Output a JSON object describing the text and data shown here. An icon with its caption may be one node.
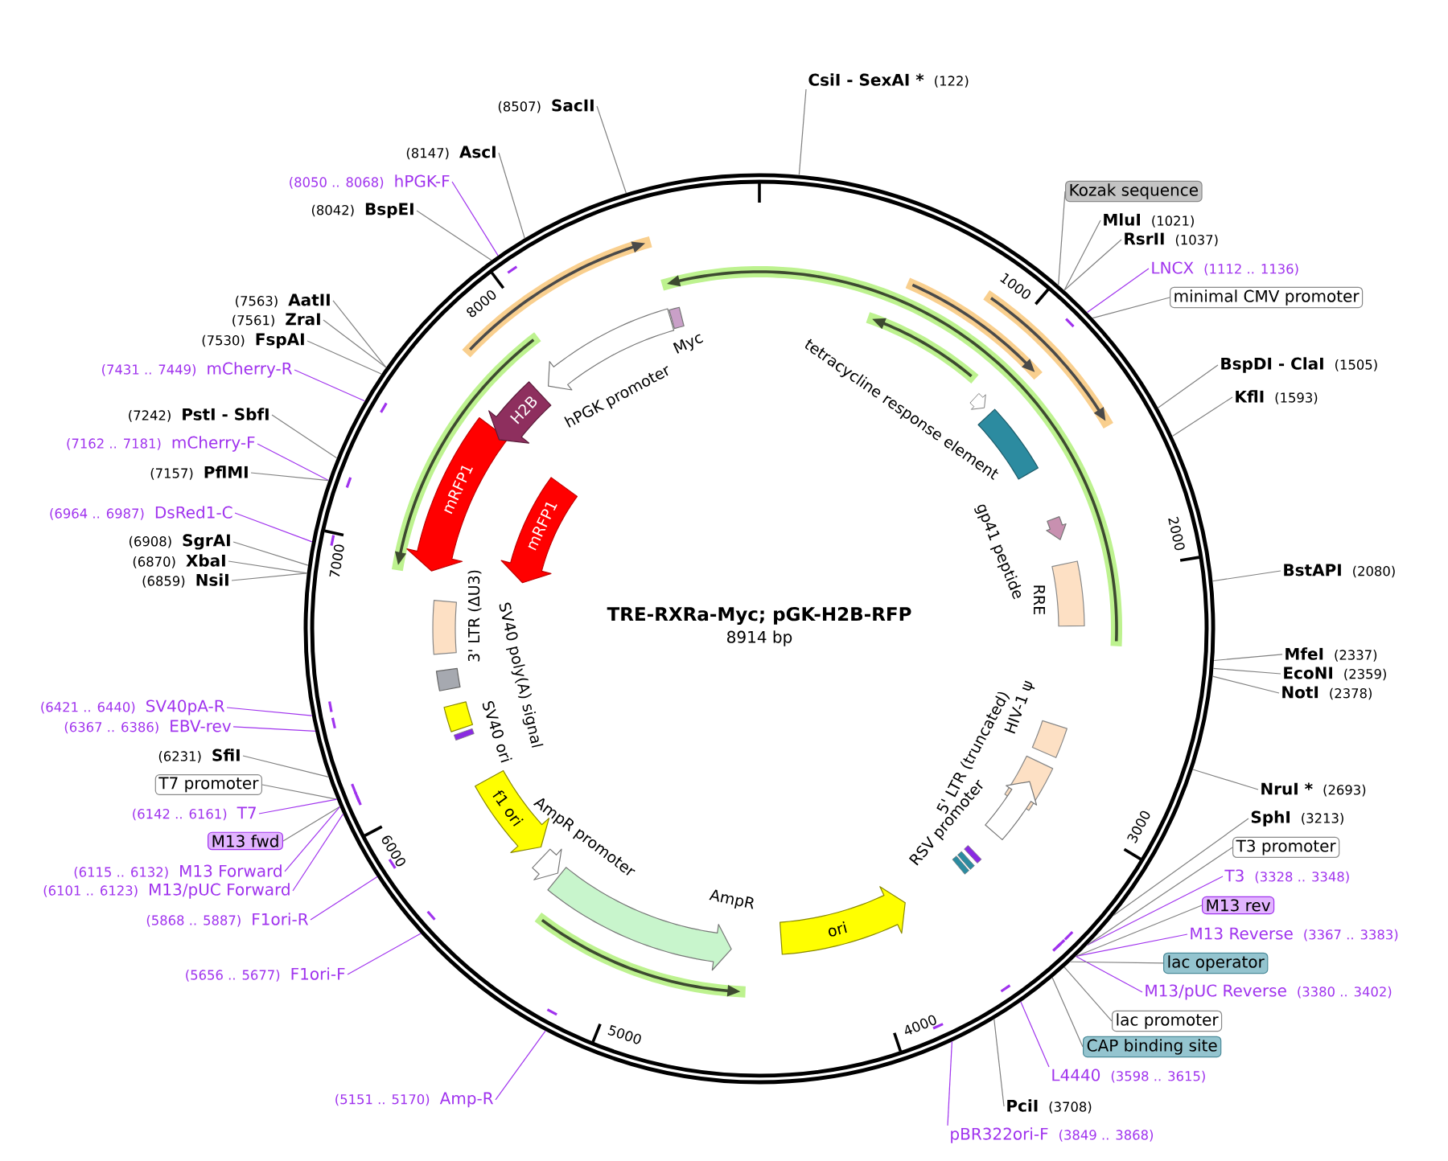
{
  "diagram": {
    "title": "TRE-RXRa-Myc; pGK-H2B-RFP",
    "nodes": [
      {
        "text": [
          "(8507)",
          "SacII"
        ]
      },
      {
        "text": [
          "(8147)",
          "AscI"
        ]
      },
      {
        "text": [
          "(8050 .. 8068)",
          "hPGK-F"
        ]
      },
      {
        "text": [
          "(8042)",
          "BspEI"
        ]
      },
      {
        "text": [
          "(7563)",
          "AatII"
        ]
      },
      {
        "text": [
          "(7561)",
          "ZraI"
        ]
      },
      {
        "text": [
          "(7530)",
          "FspAI"
        ]
      },
      {
        "text": [
          "(7431 .. 7449)",
          "mCherry-R"
        ]
      },
      {
        "text": [
          "(7242)",
          "PstI - SbfI"
        ]
      },
      {
        "text": [
          "(7162 .. 7181)",
          "mCherry-F"
        ]
      },
      {
        "text": [
          "(7157)",
          "PflMI"
        ]
      },
      {
        "text": [
          "(6964 .. 6987)",
          "DsRed1-C"
        ]
      },
      {
        "text": [
          "(6908)",
          "SgrAI"
        ]
      },
      {
        "text": [
          "(6870)",
          "XbaI"
        ]
      },
      {
        "text": [
          "(6859)",
          "NsiI"
        ]
      },
      {
        "text": [
          "(6421 .. 6440)",
          "SV40pA-R"
        ]
      },
      {
        "text": [
          "(6367 .. 6386)",
          "EBV-rev"
        ]
      },
      {
        "text": [
          "(6231)",
          "SfiI"
        ]
      },
      {
        "text": [
          "T7 promoter"
        ]
      },
      {
        "text": [
          "(6142 .. 6161)",
          "T7"
        ]
      },
      {
        "text": [
          "M13 fwd"
        ]
      },
      {
        "text": [
          "(6115 .. 6132)",
          "M13 Forward"
        ]
      },
      {
        "text": [
          "(6101 .. 6123)",
          "M13/pUC Forward"
        ]
      },
      {
        "text": [
          "(5868 .. 5887)",
          "F1ori-R"
        ]
      },
      {
        "text": [
          "(5656 .. 5677)",
          "F1ori-F"
        ]
      },
      {
        "text": [
          "(5151 .. 5170)",
          "Amp-R"
        ]
      },
      {
        "text": [
          "pBR322ori-F",
          "(3849 .. 3868)"
        ]
      },
      {
        "text": [
          "PciI",
          "(3708)"
        ]
      },
      {
        "text": [
          "L4440",
          "(3598 .. 3615)"
        ]
      },
      {
        "text": [
          "CAP binding site"
        ]
      },
      {
        "text": [
          "lac promoter"
        ]
      },
      {
        "text": [
          "M13/pUC Reverse",
          "(3380 .. 3402)"
        ]
      },
      {
        "text": [
          "lac operator"
        ]
      },
      {
        "text": [
          "M13 Reverse",
          "(3367 .. 3383)"
        ]
      },
      {
        "text": [
          "M13 rev"
        ]
      },
      {
        "text": [
          "T3",
          "(3328 .. 3348)"
        ]
      },
      {
        "text": [
          "T3 promoter"
        ]
      },
      {
        "text": [
          "SphI",
          "(3213)"
        ]
      },
      {
        "text": [
          "NruI *",
          "(2693)"
        ]
      },
      {
        "text": [
          "NotI",
          "(2378)"
        ]
      },
      {
        "text": [
          "EcoNI",
          "(2359)"
        ]
      },
      {
        "text": [
          "MfeI",
          "(2337)"
        ]
      },
      {
        "text": [
          "BstAPI",
          "(2080)"
        ]
      },
      {
        "text": [
          "KflI",
          "(1593)"
        ]
      },
      {
        "text": [
          "BspDI - ClaI",
          "(1505)"
        ]
      },
      {
        "text": [
          "minimal CMV promoter"
        ]
      },
      {
        "text": [
          "LNCX",
          "(1112 .. 1136)"
        ]
      },
      {
        "text": [
          "RsrII",
          "(1037)"
        ]
      },
      {
        "text": [
          "MluI",
          "(1021)"
        ]
      },
      {
        "text": [
          "Kozak sequence"
        ]
      },
      {
        "text": [
          "CsiI - SexAI *",
          "(122)"
        ]
      },
      {
        "text": [],
        "shape": "circle"
      },
      {
        "text": [
          "mRFP1"
        ],
        "in": 51
      },
      {
        "text": [
          "mRFP1"
        ],
        "in": 51
      },
      {
        "text": [
          "H2B"
        ],
        "in": 51
      },
      {
        "text": [
          "hPGK promoter"
        ],
        "in": 51
      },
      {
        "text": [
          "Myc"
        ],
        "in": 51
      },
      {
        "text": [
          "tetracycline response element"
        ],
        "in": 51
      },
      {
        "text": [
          "gp41 peptide"
        ],
        "in": 51
      },
      {
        "text": [
          "RRE"
        ],
        "in": 51
      },
      {
        "text": [
          "HIV-1 ψ"
        ],
        "in": 51
      },
      {
        "text": [
          "5' LTR (truncated)"
        ],
        "in": 51
      },
      {
        "text": [
          "RSV promoter"
        ],
        "in": 51
      },
      {
        "text": [
          "ori"
        ],
        "in": 51
      },
      {
        "text": [
          "AmpR"
        ],
        "in": 51
      },
      {
        "text": [
          "AmpR promoter"
        ],
        "in": 51
      },
      {
        "text": [
          "f1 ori"
        ],
        "in": 51
      },
      {
        "text": [
          "SV40 ori"
        ],
        "in": 51
      },
      {
        "text": [
          "SV40 poly(A) signal"
        ],
        "in": 51
      },
      {
        "text": [
          "3' LTR (ΔU3)"
        ],
        "in": 51
      }
    ],
    "edges": [
      {
        "from": 0,
        "to": 51,
        "arrow": "none"
      },
      {
        "from": 1,
        "to": 51,
        "arrow": "none"
      },
      {
        "from": 2,
        "to": 51,
        "arrow": "none",
        "color": "#a033ee"
      },
      {
        "from": 3,
        "to": 51,
        "arrow": "none"
      },
      {
        "from": 4,
        "to": 51,
        "arrow": "none"
      },
      {
        "from": 5,
        "to": 51,
        "arrow": "none"
      },
      {
        "from": 6,
        "to": 51,
        "arrow": "none"
      },
      {
        "from": 7,
        "to": 51,
        "arrow": "none",
        "color": "#a033ee"
      },
      {
        "from": 8,
        "to": 51,
        "arrow": "none"
      },
      {
        "from": 9,
        "to": 51,
        "arrow": "none",
        "color": "#a033ee"
      },
      {
        "from": 10,
        "to": 51,
        "arrow": "none"
      },
      {
        "from": 11,
        "to": 51,
        "arrow": "none",
        "color": "#a033ee"
      },
      {
        "from": 12,
        "to": 51,
        "arrow": "none"
      },
      {
        "from": 13,
        "to": 51,
        "arrow": "none"
      },
      {
        "from": 14,
        "to": 51,
        "arrow": "none"
      },
      {
        "from": 15,
        "to": 51,
        "arrow": "none",
        "color": "#a033ee"
      },
      {
        "from": 16,
        "to": 51,
        "arrow": "none",
        "color": "#a033ee"
      },
      {
        "from": 17,
        "to": 51,
        "arrow": "none"
      },
      {
        "from": 18,
        "to": 51,
        "arrow": "none"
      },
      {
        "from": 19,
        "to": 51,
        "arrow": "none",
        "color": "#a033ee"
      },
      {
        "from": 20,
        "to": 51,
        "arrow": "none"
      },
      {
        "from": 21,
        "to": 51,
        "arrow": "none",
        "color": "#a033ee"
      },
      {
        "from": 22,
        "to": 51,
        "arrow": "none",
        "color": "#a033ee"
      },
      {
        "from": 23,
        "to": 51,
        "arrow": "none",
        "color": "#a033ee"
      },
      {
        "from": 24,
        "to": 51,
        "arrow": "none",
        "color": "#a033ee"
      },
      {
        "from": 25,
        "to": 51,
        "arrow": "none",
        "color": "#a033ee"
      },
      {
        "from": 26,
        "to": 51,
        "arrow": "none",
        "color": "#a033ee"
      },
      {
        "from": 27,
        "to": 51,
        "arrow": "none"
      },
      {
        "from": 28,
        "to": 51,
        "arrow": "none",
        "color": "#a033ee"
      },
      {
        "from": 29,
        "to": 51,
        "arrow": "none"
      },
      {
        "from": 30,
        "to": 51,
        "arrow": "none"
      },
      {
        "from": 31,
        "to": 51,
        "arrow": "none",
        "color": "#a033ee"
      },
      {
        "from": 32,
        "to": 51,
        "arrow": "none"
      },
      {
        "from": 33,
        "to": 51,
        "arrow": "none",
        "color": "#a033ee"
      },
      {
        "from": 34,
        "to": 51,
        "arrow": "none"
      },
      {
        "from": 35,
        "to": 51,
        "arrow": "none",
        "color": "#a033ee"
      },
      {
        "from": 36,
        "to": 51,
        "arrow": "none"
      },
      {
        "from": 37,
        "to": 51,
        "arrow": "none"
      },
      {
        "from": 38,
        "to": 51,
        "arrow": "none"
      },
      {
        "from": 39,
        "to": 51,
        "arrow": "none"
      },
      {
        "from": 40,
        "to": 51,
        "arrow": "none"
      },
      {
        "from": 41,
        "to": 51,
        "arrow": "none"
      },
      {
        "from": 42,
        "to": 51,
        "arrow": "none"
      },
      {
        "from": 43,
        "to": 51,
        "arrow": "none"
      },
      {
        "from": 44,
        "to": 51,
        "arrow": "none"
      },
      {
        "from": 45,
        "to": 51,
        "arrow": "none"
      },
      {
        "from": 46,
        "to": 51,
        "arrow": "none",
        "color": "#a033ee"
      },
      {
        "from": 47,
        "to": 51,
        "arrow": "none"
      },
      {
        "from": 48,
        "to": 51,
        "arrow": "none"
      },
      {
        "from": 49,
        "to": 51,
        "arrow": "none"
      },
      {
        "from": 50,
        "to": 51,
        "arrow": "none"
      }
    ],
    "labels": [
      "8914 bp",
      "1000",
      "2000",
      "3000",
      "4000",
      "5000",
      "6000",
      "7000",
      "8000"
    ]
  }
}
